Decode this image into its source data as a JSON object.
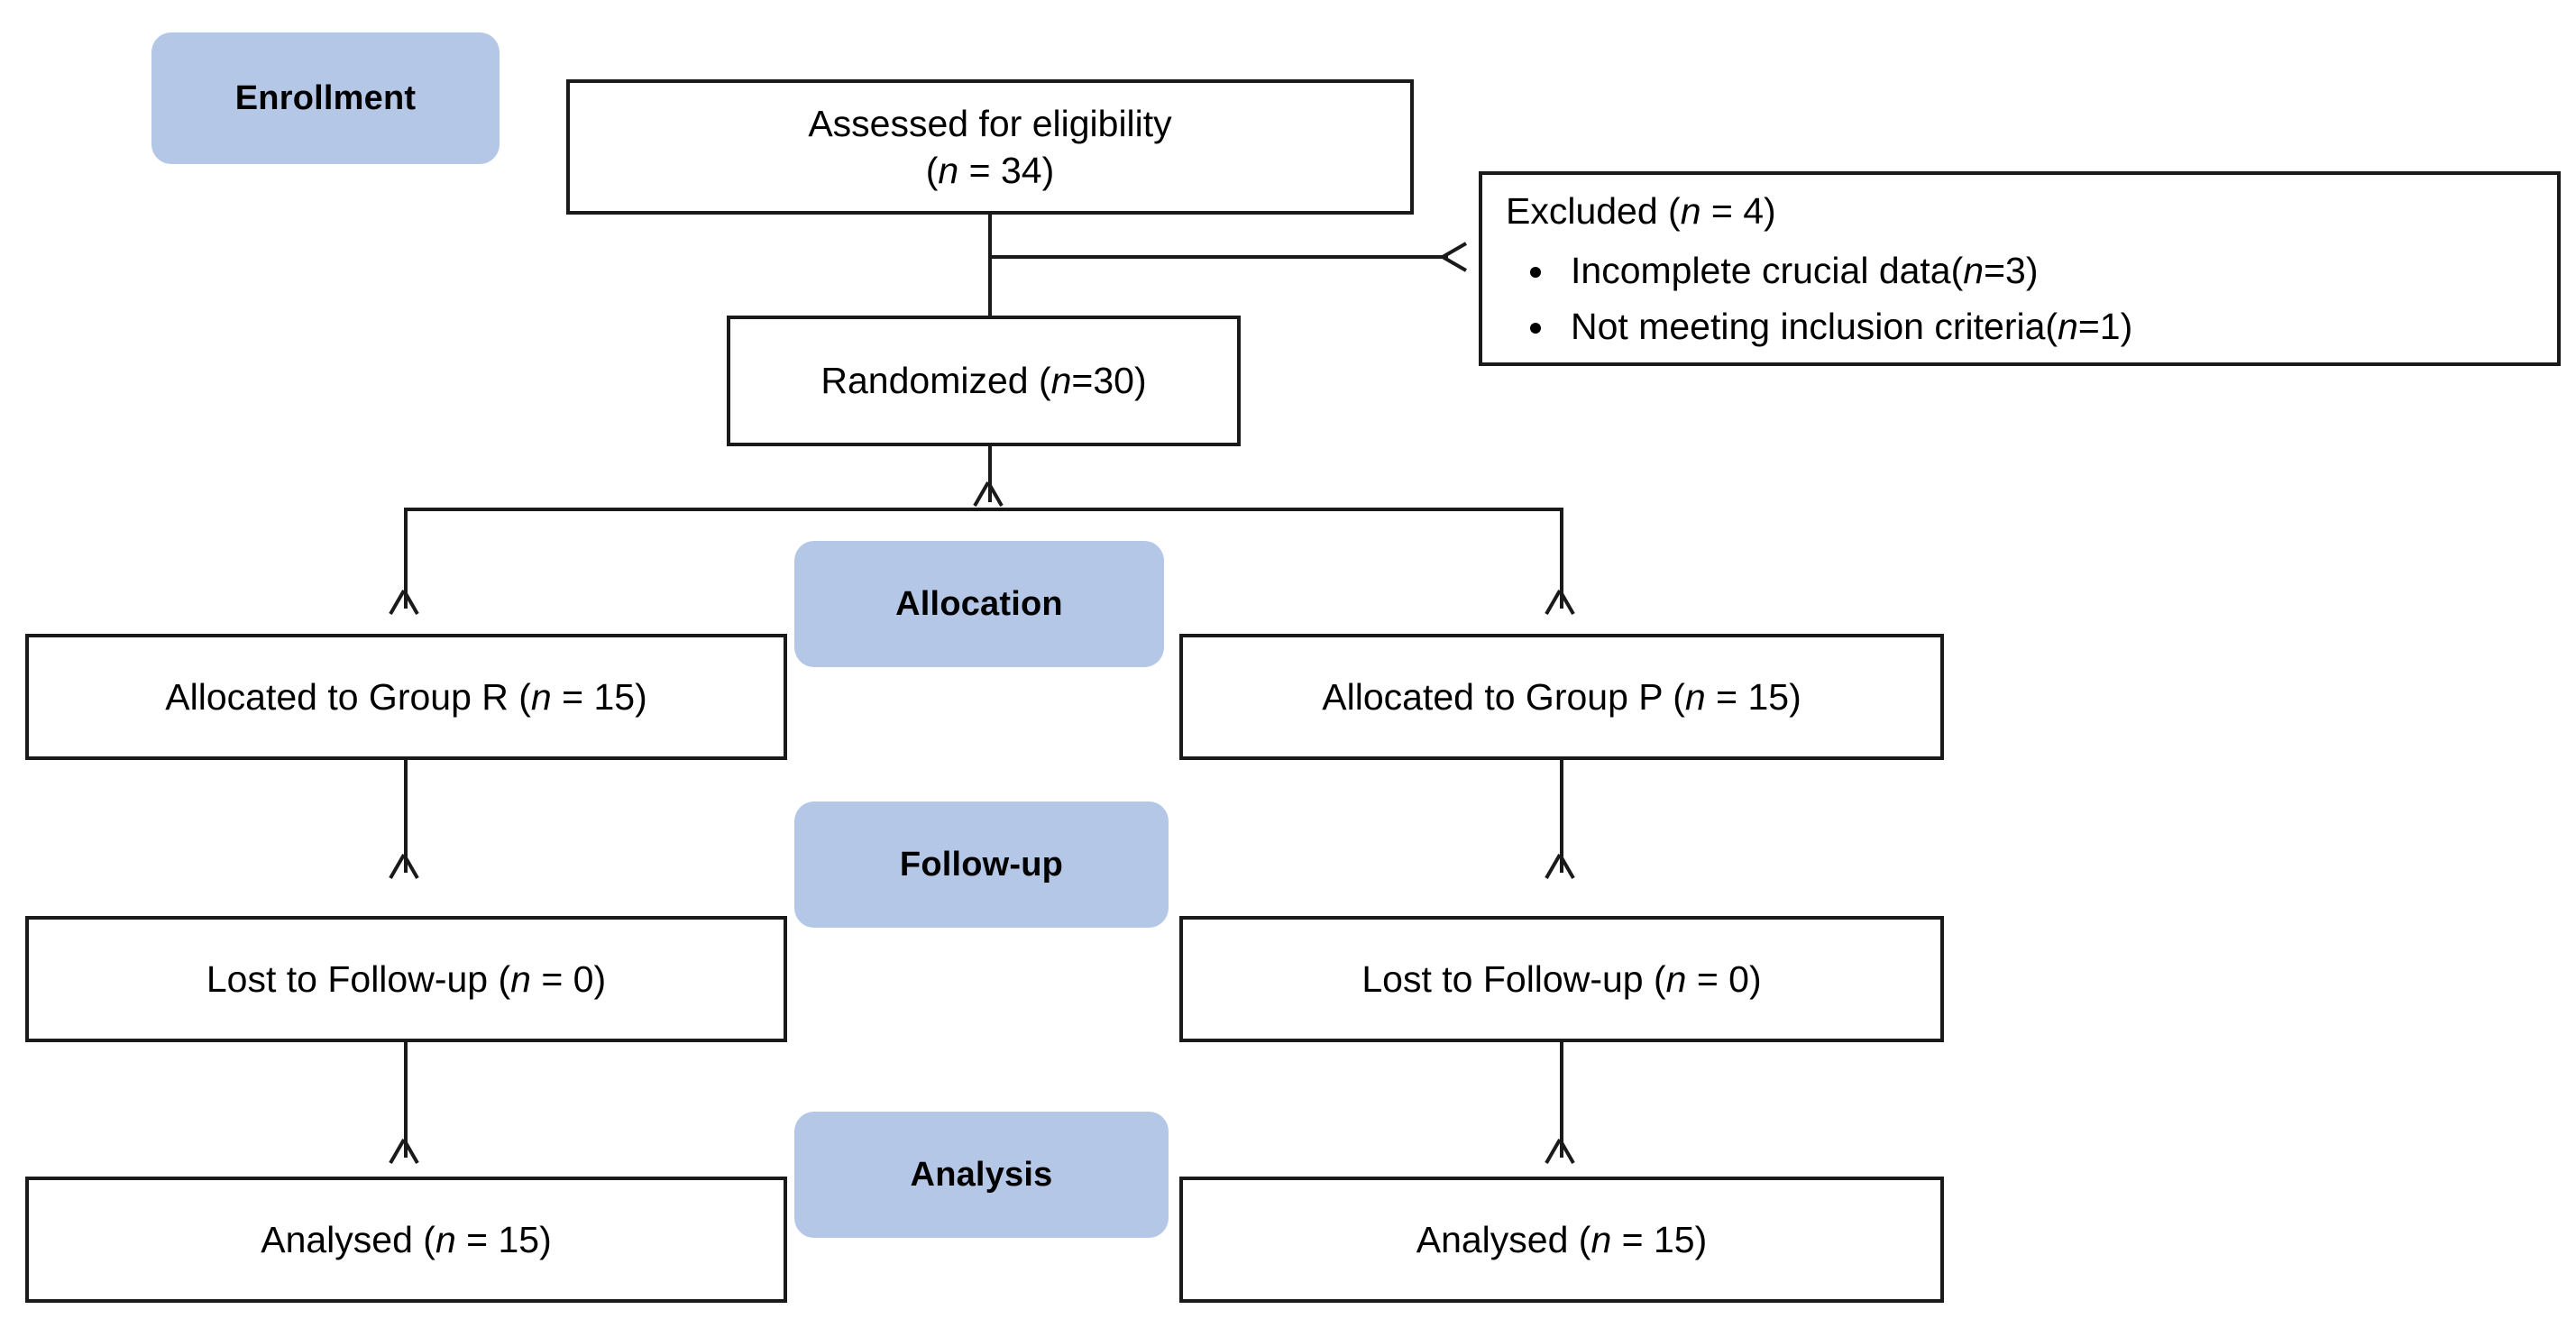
{
  "diagram": {
    "title": "CONSORT participant flow diagram",
    "accent_color": "#b4c7e7",
    "line_color": "#1a1a1a",
    "box_fill": "#ffffff"
  },
  "stages": [
    {
      "key": "enrollment",
      "label": "Enrollment"
    },
    {
      "key": "allocation",
      "label": "Allocation"
    },
    {
      "key": "followup",
      "label": "Follow-up"
    },
    {
      "key": "analysis",
      "label": "Analysis"
    }
  ],
  "boxes": {
    "assessed": {
      "line1": "Assessed for eligibility",
      "line2_pre": "(",
      "line2_n": "n",
      "line2_post": " = 34)"
    },
    "excluded": {
      "heading_pre": "Excluded (",
      "heading_n": "n",
      "heading_post": " = 4)",
      "items": [
        {
          "text_pre": "Incomplete crucial data(",
          "n": "n",
          "text_post": "=3)"
        },
        {
          "text_pre": "Not meeting inclusion criteria(",
          "n": "n",
          "text_post": "=1)"
        }
      ]
    },
    "randomized": {
      "text_pre": "Randomized (",
      "text_n": "n",
      "text_post": "=30)"
    },
    "allocated_left": {
      "text_pre": "Allocated to Group R (",
      "text_n": "n",
      "text_post": " = 15)"
    },
    "allocated_right": {
      "text_pre": "Allocated to Group P (",
      "text_n": "n",
      "text_post": " = 15)"
    },
    "lost_left": {
      "text_pre": "Lost to Follow-up (",
      "text_n": "n",
      "text_post": " = 0)"
    },
    "lost_right": {
      "text_pre": "Lost to Follow-up (",
      "text_n": "n",
      "text_post": " = 0)"
    },
    "analysed_left": {
      "text_pre": "Analysed (",
      "text_n": "n",
      "text_post": " = 15)"
    },
    "analysed_right": {
      "text_pre": "Analysed (",
      "text_n": "n",
      "text_post": " = 15)"
    }
  },
  "chart_data": {
    "type": "table",
    "title": "CONSORT flow",
    "nodes": [
      {
        "id": "assessed",
        "label": "Assessed for eligibility",
        "n": 34
      },
      {
        "id": "excluded",
        "label": "Excluded",
        "n": 4
      },
      {
        "id": "excluded_reason_1",
        "label": "Incomplete crucial data",
        "n": 3
      },
      {
        "id": "excluded_reason_2",
        "label": "Not meeting inclusion criteria",
        "n": 1
      },
      {
        "id": "randomized",
        "label": "Randomized",
        "n": 30
      },
      {
        "id": "allocated_R",
        "label": "Allocated to Group R",
        "n": 15
      },
      {
        "id": "allocated_P",
        "label": "Allocated to Group P",
        "n": 15
      },
      {
        "id": "lost_R",
        "label": "Lost to Follow-up (R)",
        "n": 0
      },
      {
        "id": "lost_P",
        "label": "Lost to Follow-up (P)",
        "n": 0
      },
      {
        "id": "analysed_R",
        "label": "Analysed (R)",
        "n": 15
      },
      {
        "id": "analysed_P",
        "label": "Analysed (P)",
        "n": 15
      }
    ],
    "edges": [
      [
        "assessed",
        "excluded"
      ],
      [
        "assessed",
        "randomized"
      ],
      [
        "randomized",
        "allocated_R"
      ],
      [
        "randomized",
        "allocated_P"
      ],
      [
        "allocated_R",
        "lost_R"
      ],
      [
        "allocated_P",
        "lost_P"
      ],
      [
        "lost_R",
        "analysed_R"
      ],
      [
        "lost_P",
        "analysed_P"
      ]
    ]
  }
}
